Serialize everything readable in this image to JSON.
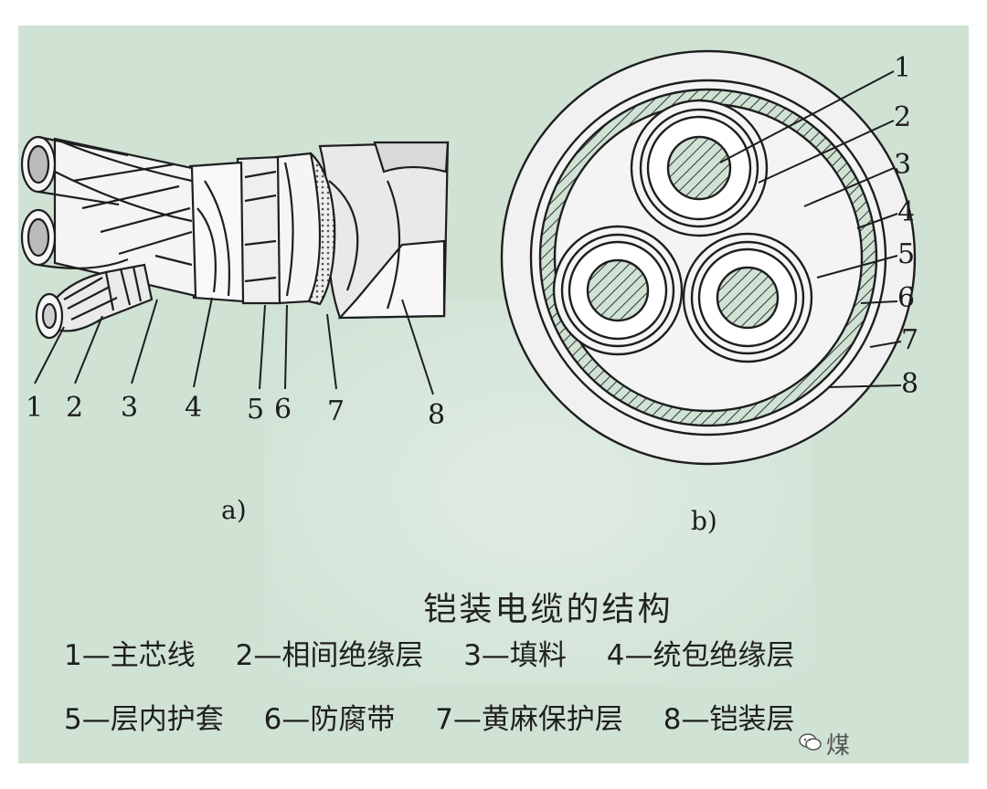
{
  "figure_a": {
    "sublabel": "a)",
    "labels": [
      "1",
      "2",
      "3",
      "4",
      "5",
      "6",
      "7",
      "8"
    ]
  },
  "figure_b": {
    "sublabel": "b)",
    "labels": [
      "1",
      "2",
      "3",
      "4",
      "5",
      "6",
      "7",
      "8"
    ]
  },
  "caption": {
    "title": "铠装电缆的结构",
    "items": [
      "1—主芯线",
      "2—相间绝缘层",
      "3—填料",
      "4—统包绝缘层",
      "5—层内护套",
      "6—防腐带",
      "7—黄麻保护层",
      "8—铠装层"
    ]
  },
  "watermark": {
    "text": "煤",
    "icon": "wechat-icon"
  },
  "colors": {
    "background": "#cfe2d4",
    "ink": "#1c1c1c"
  }
}
